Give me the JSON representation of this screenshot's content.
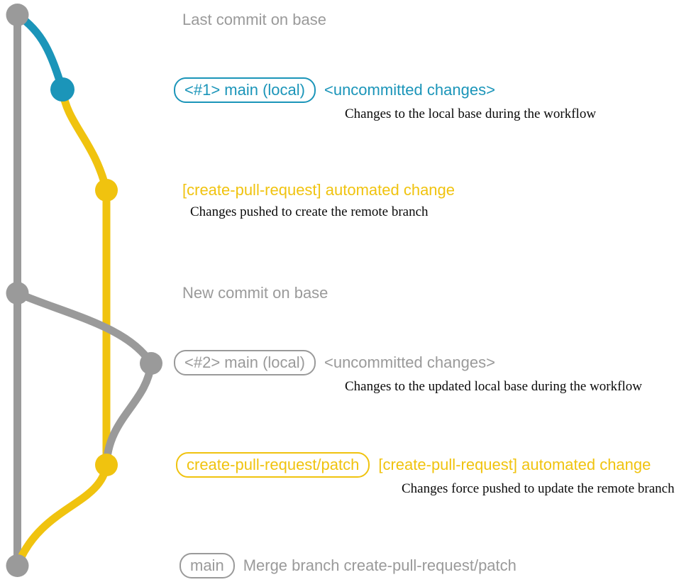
{
  "colors": {
    "bg": "#ffffff",
    "gray": "#9a9a9a",
    "blue": "#1b95b9",
    "yellow": "#f0c30f",
    "ink": "#0a0a0a"
  },
  "rows": {
    "last_commit": {
      "text": "Last commit on base"
    },
    "local1": {
      "box": "<#1> main (local)",
      "label": "<uncommitted changes>",
      "desc": "Changes to the local base during the workflow"
    },
    "automated1": {
      "label": "[create-pull-request] automated change",
      "desc": "Changes pushed to create the remote branch"
    },
    "new_commit": {
      "text": "New commit on base"
    },
    "local2": {
      "box": "<#2> main (local)",
      "label": "<uncommitted changes>",
      "desc": "Changes to the updated local base during the workflow"
    },
    "patch": {
      "box": "create-pull-request/patch",
      "label": "[create-pull-request] automated change",
      "desc": "Changes force pushed to update the remote branch"
    },
    "merge": {
      "box": "main",
      "text": "Merge branch create-pull-request/patch"
    }
  }
}
